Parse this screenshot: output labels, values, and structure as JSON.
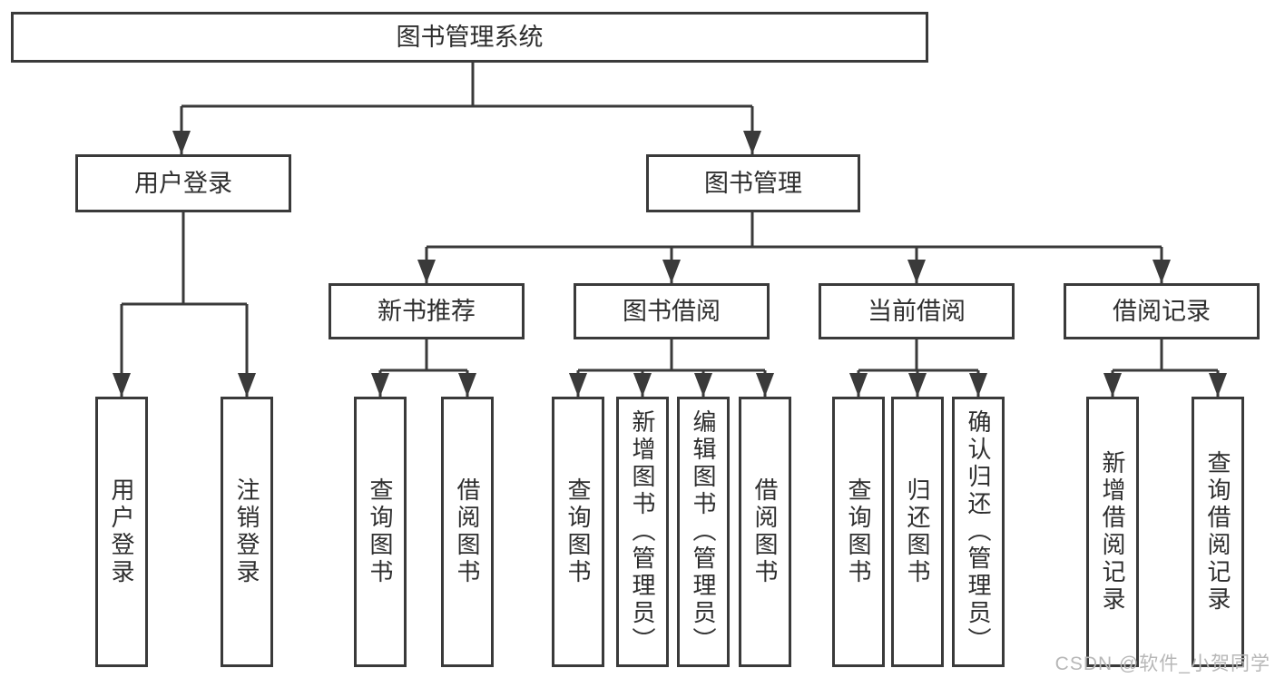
{
  "diagram": {
    "type": "hierarchy",
    "tree": {
      "label": "图书管理系统",
      "children": [
        {
          "label": "用户登录",
          "children": [
            {
              "label": "用户登录"
            },
            {
              "label": "注销登录"
            }
          ]
        },
        {
          "label": "图书管理",
          "children": [
            {
              "label": "新书推荐",
              "children": [
                {
                  "label": "查询图书"
                },
                {
                  "label": "借阅图书"
                }
              ]
            },
            {
              "label": "图书借阅",
              "children": [
                {
                  "label": "查询图书"
                },
                {
                  "label": "新增图书（管理员）"
                },
                {
                  "label": "编辑图书（管理员）"
                },
                {
                  "label": "借阅图书"
                }
              ]
            },
            {
              "label": "当前借阅",
              "children": [
                {
                  "label": "查询图书"
                },
                {
                  "label": "归还图书"
                },
                {
                  "label": "确认归还（管理员）"
                }
              ]
            },
            {
              "label": "借阅记录",
              "children": [
                {
                  "label": "新增借阅记录"
                },
                {
                  "label": "查询借阅记录"
                }
              ]
            }
          ]
        }
      ]
    }
  },
  "watermark": {
    "text": "CSDN @软件_小贺同学"
  },
  "colors": {
    "line": "#3a3a3a",
    "text": "#2e2e2e",
    "box_fill": "#ffffff",
    "background": "#ffffff",
    "watermark_color": "#b7b7b7"
  }
}
